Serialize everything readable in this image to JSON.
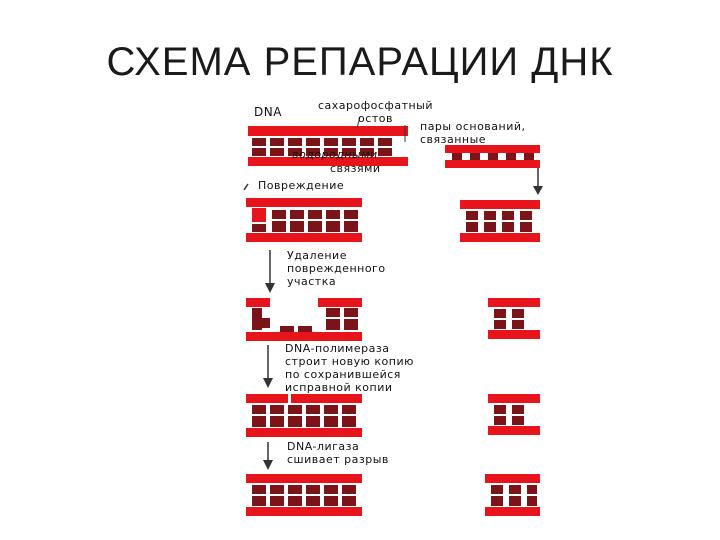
{
  "title": "СХЕМА РЕПАРАЦИИ ДНК",
  "labels": {
    "dna": "DNA",
    "backbone": "сахарофосфатный\nостов",
    "base_pairs_top": "пары оснований,\nсвязанные",
    "hydrogen": "водородными",
    "bonds": "связями",
    "damage": "Повреждение",
    "removal": "Удаление\nповрежденного\nучастка",
    "polymerase": "DNA-полимераза\nстроит новую копию\nпо сохранившейся\nисправной копии",
    "ligase": "DNA-лигаза\nсшивает разрыв"
  },
  "colors": {
    "strand": "#e8141c",
    "rung": "#7a1418",
    "arrow": "#333333"
  }
}
